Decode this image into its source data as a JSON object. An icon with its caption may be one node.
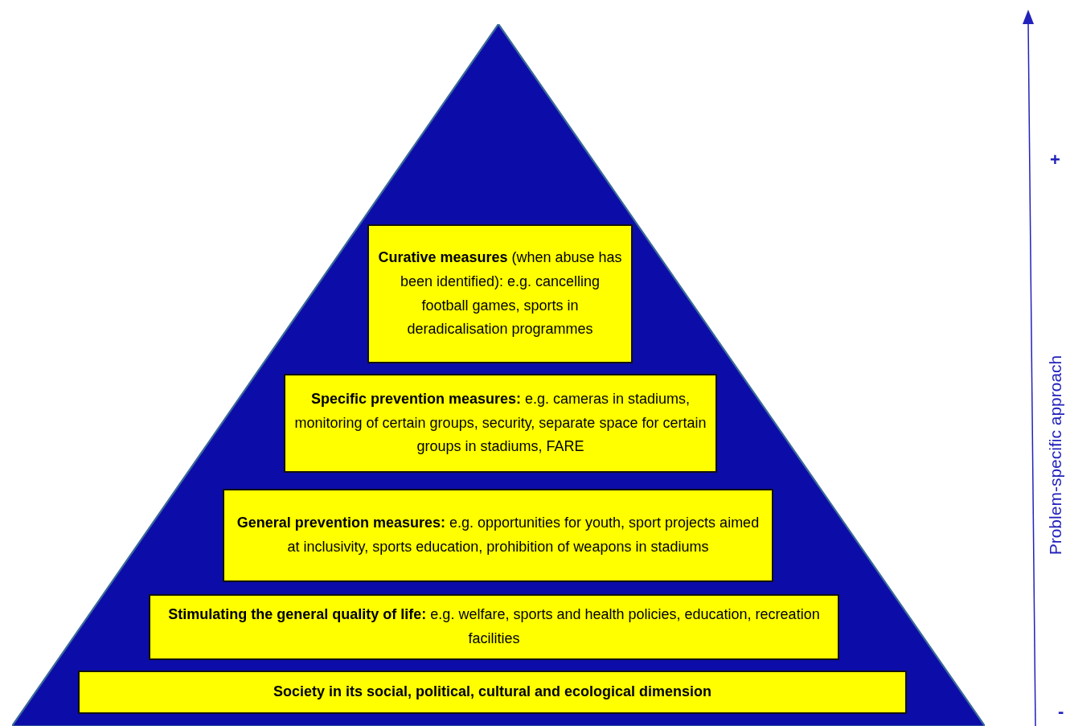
{
  "diagram": {
    "nodes": [
      {
        "text": [],
        "shape": "triangle"
      },
      {
        "text": [
          "**Curative measures** (when abuse has been identified): e.g. cancelling football games, sports in deradicalisation programmes"
        ],
        "in": 0
      },
      {
        "text": [
          "**Specific prevention measures:** e.g. cameras in stadiums, monitoring of certain groups, security, separate space for certain groups in stadiums, FARE"
        ],
        "in": 0
      },
      {
        "text": [
          "**General prevention measures:** e.g. opportunities for youth, sport projects aimed at inclusivity, sports education, prohibition of weapons in stadiums"
        ],
        "in": 0
      },
      {
        "text": [
          "**Stimulating the general quality of life:** e.g. welfare, sports and health policies, education, recreation facilities"
        ],
        "in": 0
      },
      {
        "text": [
          "**Society in its social, political, cultural and ecological dimension**"
        ],
        "in": 0
      }
    ],
    "edges": [],
    "labels": [
      "+",
      "Problem-specific approach",
      "-"
    ]
  }
}
